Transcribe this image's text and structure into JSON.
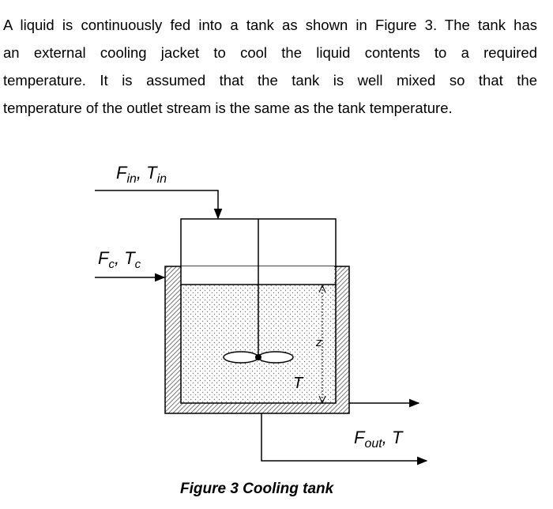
{
  "text": {
    "lines": [
      "A liquid is continuously fed into a tank as shown in Figure 3. The tank has",
      "an external cooling jacket to cool the liquid contents to a required",
      "temperature.  It is assumed that the tank is well mixed so that the",
      "temperature of the outlet stream is the same as the tank temperature."
    ]
  },
  "diagram": {
    "inlet": {
      "F": "F",
      "F_sub": "in",
      "T": "T",
      "T_sub": "in"
    },
    "coolant": {
      "F": "F",
      "F_sub": "c",
      "T": "T",
      "T_sub": "c"
    },
    "outlet": {
      "F": "F",
      "F_sub": "out",
      "T": "T"
    },
    "level_label": "z",
    "tank_temp_label": "T",
    "caption": "Figure 3 Cooling tank"
  }
}
